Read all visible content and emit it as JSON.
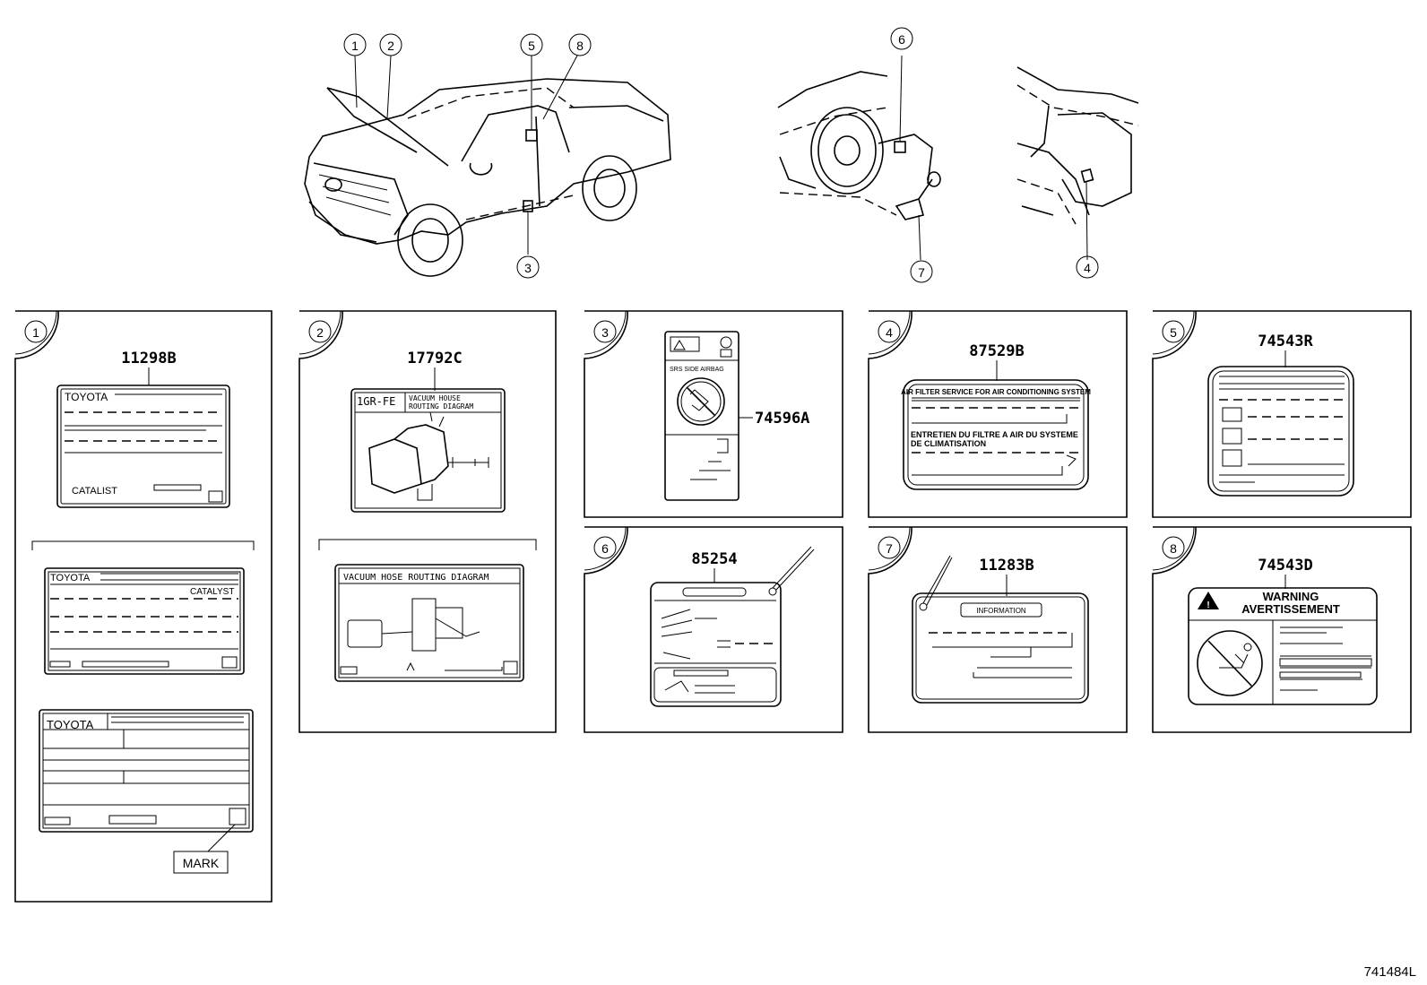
{
  "callouts": {
    "c1": "1",
    "c2": "2",
    "c3": "3",
    "c4": "4",
    "c5": "5",
    "c6": "6",
    "c7": "7",
    "c8": "8"
  },
  "panels": [
    {
      "num": "1",
      "parts": [
        "11298B"
      ],
      "labels": [
        "TOYOTA",
        "CATALIST",
        "TOYOTA",
        "CATALYST",
        "TOYOTA",
        "MARK"
      ]
    },
    {
      "num": "2",
      "parts": [
        "17792C"
      ],
      "labels": [
        "1GR-FE",
        "VACUUM HOUSE",
        "ROUTING DIAGRAM",
        "VACUUM HOSE ROUTING DIAGRAM"
      ]
    },
    {
      "num": "3",
      "parts": [
        "74596A"
      ],
      "labels": [
        "SRS SIDE AIRBAG"
      ]
    },
    {
      "num": "4",
      "parts": [
        "87529B"
      ],
      "labels": [
        "AIR FILTER SERVICE FOR AIR CONDITIONING SYSTEM",
        "ENTRETIEN DU FILTRE A AIR DU SYSTEME",
        "DE CLIMATISATION"
      ]
    },
    {
      "num": "5",
      "parts": [
        "74543R"
      ],
      "labels": []
    },
    {
      "num": "6",
      "parts": [
        "85254"
      ],
      "labels": []
    },
    {
      "num": "7",
      "parts": [
        "11283B"
      ],
      "labels": [
        "INFORMATION"
      ]
    },
    {
      "num": "8",
      "parts": [
        "74543D"
      ],
      "labels": [
        "WARNING",
        "AVERTISSEMENT"
      ]
    }
  ],
  "diagram_code": "741484L"
}
